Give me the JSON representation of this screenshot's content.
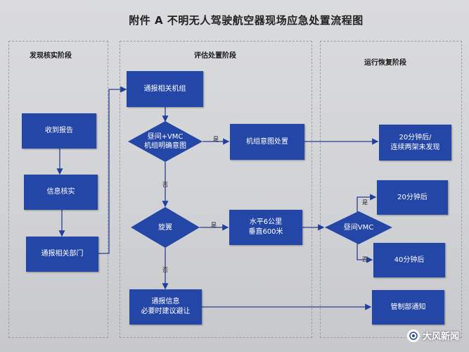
{
  "title": "附件 A   不明无人驾驶航空器现场应急处置流程图",
  "stages": {
    "discover": "发现核实阶段",
    "assess": "评估处置阶段",
    "recover": "运行恢复阶段"
  },
  "nodes": {
    "receive_report": "收到报告",
    "verify_info": "信息核实",
    "notify_departments": "通报相关部门",
    "notify_crew": "通报相关机组",
    "decision_day_vmc": "昼间+VMC\n机组明确意图",
    "crew_intent": "机组意图处置",
    "resume_20min_two_flights": "20分钟后/\n连续两架未发现",
    "decision_rotor": "旋翼",
    "horizontal_vertical": "水平6公里\n垂直600米",
    "decision_day_vmc2": "昼间VMC",
    "after_20min": "20分钟后",
    "after_40min": "40分钟后",
    "notify_info": "通报信息\n必要时建议避让",
    "control_notify": "管制部通知"
  },
  "edge_labels": {
    "yes": "是",
    "no": "否"
  },
  "watermark": "大风新闻",
  "colors": {
    "box": "#2446a6",
    "arrow": "#1f3f9e",
    "line": "#2a3f8f"
  }
}
